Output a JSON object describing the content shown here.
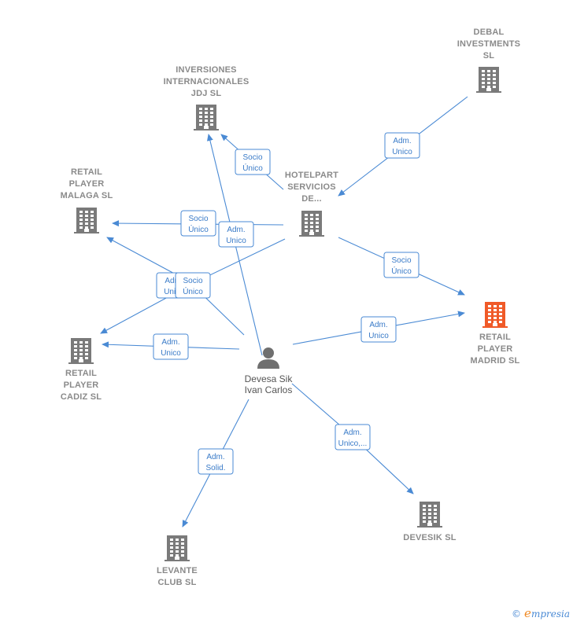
{
  "colors": {
    "accent": "#4a8ad4",
    "building": "#7a7a7a",
    "focus": "#f05a28",
    "text": "#8a8a8a"
  },
  "nodes": {
    "debal": {
      "lines": [
        "DEBAL",
        "INVESTMENTS",
        "SL"
      ],
      "icon": "building-icon"
    },
    "inversiones": {
      "lines": [
        "INVERSIONES",
        "INTERNACIONALES",
        "JDJ  SL"
      ],
      "icon": "building-icon"
    },
    "hotelpart": {
      "lines": [
        "HOTELPART",
        "SERVICIOS",
        "DE..."
      ],
      "icon": "building-icon"
    },
    "malaga": {
      "lines": [
        "RETAIL",
        "PLAYER",
        "MALAGA  SL"
      ],
      "icon": "building-icon"
    },
    "madrid": {
      "lines": [
        "RETAIL",
        "PLAYER",
        "MADRID  SL"
      ],
      "icon": "building-icon",
      "focus": true
    },
    "cadiz": {
      "lines": [
        "RETAIL",
        "PLAYER",
        "CADIZ  SL"
      ],
      "icon": "building-icon"
    },
    "devesik": {
      "lines": [
        "DEVESIK  SL"
      ],
      "icon": "building-icon"
    },
    "levante": {
      "lines": [
        "LEVANTE",
        "CLUB SL"
      ],
      "icon": "building-icon"
    },
    "person": {
      "lines": [
        "Devesa Sik",
        "Ivan Carlos"
      ],
      "icon": "person-icon"
    }
  },
  "edges": [
    {
      "id": "debal-hotelpart",
      "lines": [
        "Adm.",
        "Unico"
      ]
    },
    {
      "id": "hotelpart-inversiones",
      "lines": [
        "Socio",
        "Único"
      ]
    },
    {
      "id": "hotelpart-malaga",
      "lines": [
        "Socio",
        "Único"
      ]
    },
    {
      "id": "person-inversiones",
      "lines": [
        "Adm.",
        "Unico"
      ]
    },
    {
      "id": "hotelpart-madrid",
      "lines": [
        "Socio",
        "Único"
      ]
    },
    {
      "id": "person-malaga",
      "lines": [
        "Adm.",
        "Unico"
      ]
    },
    {
      "id": "hotelpart-cadiz",
      "lines": [
        "Socio",
        "Único"
      ]
    },
    {
      "id": "person-madrid",
      "lines": [
        "Adm.",
        "Unico"
      ]
    },
    {
      "id": "person-cadiz",
      "lines": [
        "Adm.",
        "Unico"
      ]
    },
    {
      "id": "person-devesik",
      "lines": [
        "Adm.",
        "Unico,..."
      ]
    },
    {
      "id": "person-levante",
      "lines": [
        "Adm.",
        "Solid."
      ]
    }
  ],
  "footer": {
    "copyright": "©",
    "brand_initial": "e",
    "brand_rest": "mpresia"
  }
}
